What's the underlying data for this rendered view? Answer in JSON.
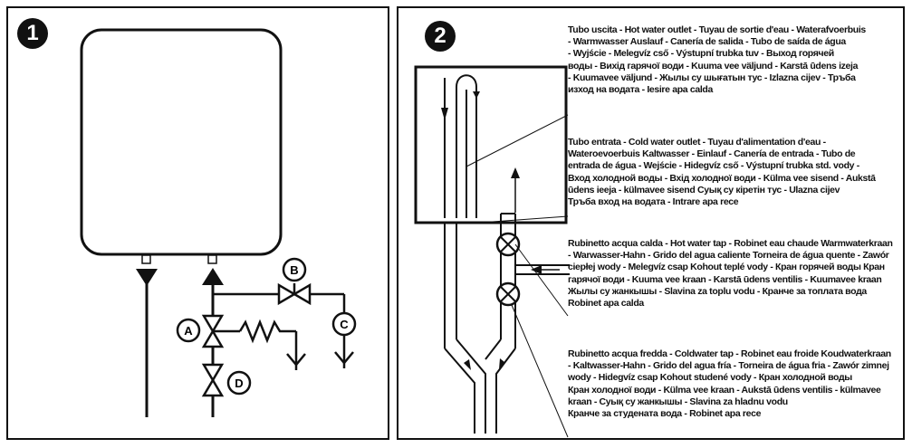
{
  "panel1": {
    "number": "1",
    "valve_labels": {
      "a": "A",
      "b": "B",
      "c": "C",
      "d": "D"
    }
  },
  "panel2": {
    "number": "2",
    "hot_outlet": [
      "Tubo uscita - Hot water outlet - Tuyau de sortie d'eau - Waterafvoerbuis",
      "- Warmwasser Auslauf - Canería de salida - Tubo de saída de água",
      "- Wyjście - Melegvíz cső - Výstupní trubka tuv  - Выход горячей",
      "воды - Вихід гарячої води - Kuuma vee väljund - Karstā ūdens izeja",
      "- Kuumavee väljund - Жылы су шығатын тус - Izlazna cijev - Тръба",
      "изход на водата - Iesire apa calda"
    ],
    "cold_inlet": [
      "Tubo entrata - Cold water outlet - Tuyau d'alimentation d'eau -",
      "Wateroevoerbuis Kaltwasser - Einlauf - Canería de entrada - Tubo de",
      "entrada de água - Wejście - Hidegvíz cső - Výstupní trubka std. vody -",
      "Вход холодной воды - Вхід холодної води - Külma vee sisend - Aukstā",
      "ūdens ieeja - külmavee sisend Суық су кіретін тус - Ulazna cijev",
      "Тръба вход на водата - Intrare apa rece"
    ],
    "hot_tap": [
      "Rubinetto acqua calda - Hot water tap - Robinet eau chaude Warmwaterkraan",
      "- Warwasser-Hahn - Grido del agua caliente Torneira de água quente - Zawór",
      "ciepłej wody - Melegvíz csap Kohout teplé vody - Кран горячей воды  Кран",
      "гарячої води - Kuuma vee kraan - Karstā ūdens ventilis - Kuumavee kraan",
      "Жылы су жанкышы  - Slavina za toplu vodu - Кранче за топлата вода",
      "Robinet apa calda"
    ],
    "cold_tap": [
      "Rubinetto acqua fredda - Coldwater tap - Robinet eau froide Koudwaterkraan",
      "- Kaltwasser-Hahn - Grido del agua fría - Torneira de água fria - Zawór zimnej",
      "wody - Hidegvíz csap Kohout studené vody - Кран холодной воды",
      "Кран холодної води - Külma vee kraan - Aukstā ūdens ventilis - külmavee",
      "kraan - Суық су жанкышы - Slavina za hladnu vodu",
      "Кранче за студената вода - Robinet apa rece"
    ]
  }
}
